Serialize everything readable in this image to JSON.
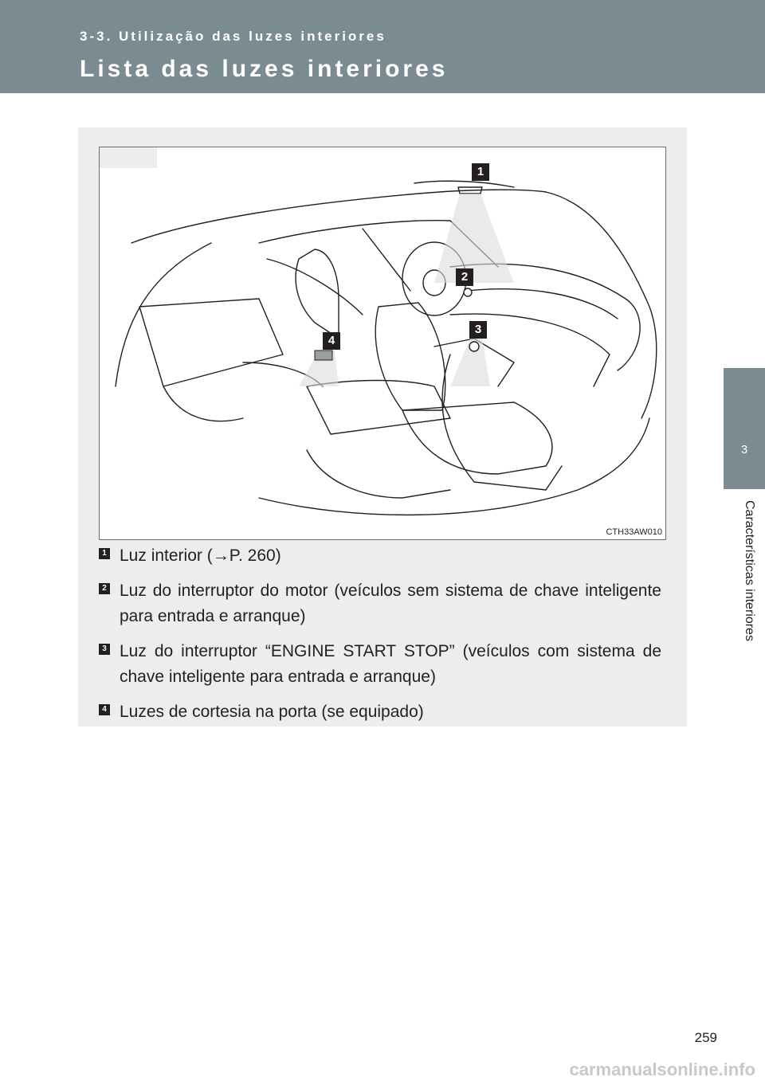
{
  "header": {
    "section_label": "3-3. Utilização das luzes interiores",
    "title": "Lista das luzes interiores"
  },
  "side_tab": {
    "number": "3",
    "label": "Características interiores"
  },
  "figure": {
    "code": "CTH33AW010",
    "callouts": [
      "1",
      "2",
      "3",
      "4"
    ]
  },
  "items": [
    {
      "num": "1",
      "text": "Luz interior (→P. 260)"
    },
    {
      "num": "2",
      "text": "Luz do interruptor do motor (veículos sem sistema de chave inteligente para entrada e arranque)"
    },
    {
      "num": "3",
      "text": "Luz do interruptor “ENGINE START STOP” (veículos com sistema de chave inteligente para entrada e arranque)"
    },
    {
      "num": "4",
      "text": "Luzes de cortesia na porta (se equipado)"
    }
  ],
  "page_number": "259",
  "watermark": "carmanualsonline.info",
  "colors": {
    "header_bg": "#7a8b92",
    "panel_bg": "#eceeee",
    "text": "#231f20"
  }
}
